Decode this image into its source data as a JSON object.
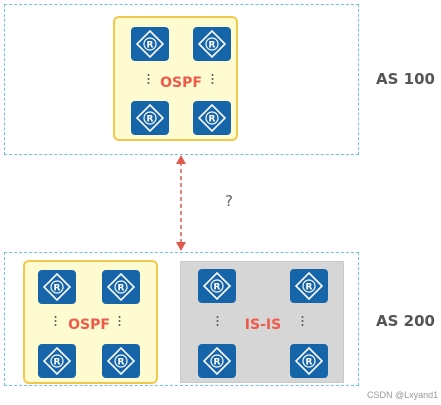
{
  "as_top": {
    "label": "AS 100"
  },
  "as_bottom": {
    "label": "AS 200"
  },
  "areas": {
    "top_ospf": "OSPF",
    "bottom_ospf": "OSPF",
    "bottom_isis": "IS-IS"
  },
  "router_glyph": "R",
  "link": {
    "question": "?",
    "color": "#e05a4e"
  },
  "watermark": "CSDN @Lxyand1"
}
